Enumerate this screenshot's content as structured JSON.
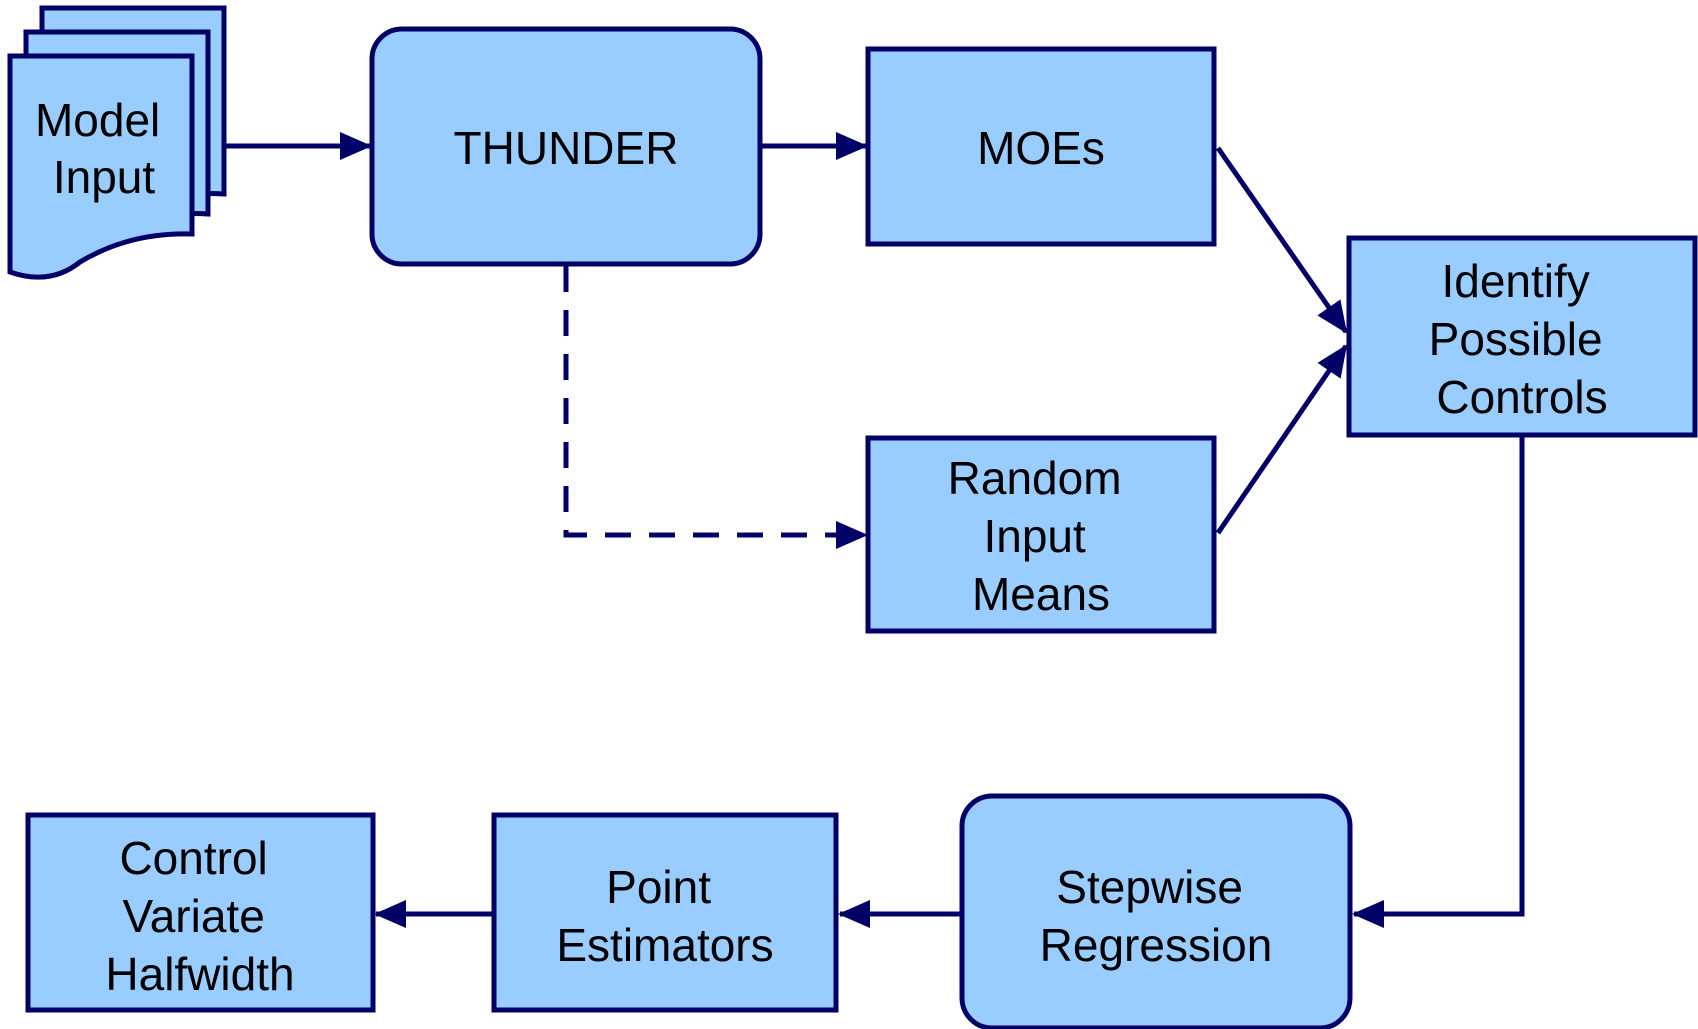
{
  "diagram": {
    "colors": {
      "box_fill": "#99CCFF",
      "stroke": "#000066",
      "background": "#FFFFFF"
    },
    "nodes": {
      "model_input": {
        "shape": "multi-document",
        "lines": [
          "Model",
          "Input"
        ]
      },
      "thunder": {
        "shape": "rounded-rectangle",
        "lines": [
          "THUNDER"
        ]
      },
      "moes": {
        "shape": "rectangle",
        "lines": [
          "MOEs"
        ]
      },
      "random_input_means": {
        "shape": "rectangle",
        "lines": [
          "Random",
          "Input",
          "Means"
        ]
      },
      "identify_possible_controls": {
        "shape": "rectangle",
        "lines": [
          "Identify",
          "Possible",
          "Controls"
        ]
      },
      "stepwise_regression": {
        "shape": "rounded-rectangle",
        "lines": [
          "Stepwise",
          "Regression"
        ]
      },
      "point_estimators": {
        "shape": "rectangle",
        "lines": [
          "Point",
          "Estimators"
        ]
      },
      "control_variate_halfwidth": {
        "shape": "rectangle",
        "lines": [
          "Control",
          "Variate",
          "Halfwidth"
        ]
      }
    },
    "edges": [
      {
        "from": "Model Input",
        "to": "THUNDER",
        "style": "solid"
      },
      {
        "from": "THUNDER",
        "to": "MOEs",
        "style": "solid"
      },
      {
        "from": "THUNDER",
        "to": "Random Input Means",
        "style": "dashed"
      },
      {
        "from": "MOEs",
        "to": "Identify Possible Controls",
        "style": "solid"
      },
      {
        "from": "Random Input Means",
        "to": "Identify Possible Controls",
        "style": "solid"
      },
      {
        "from": "Identify Possible Controls",
        "to": "Stepwise Regression",
        "style": "solid"
      },
      {
        "from": "Stepwise Regression",
        "to": "Point Estimators",
        "style": "solid"
      },
      {
        "from": "Point Estimators",
        "to": "Control Variate Halfwidth",
        "style": "solid"
      }
    ]
  }
}
